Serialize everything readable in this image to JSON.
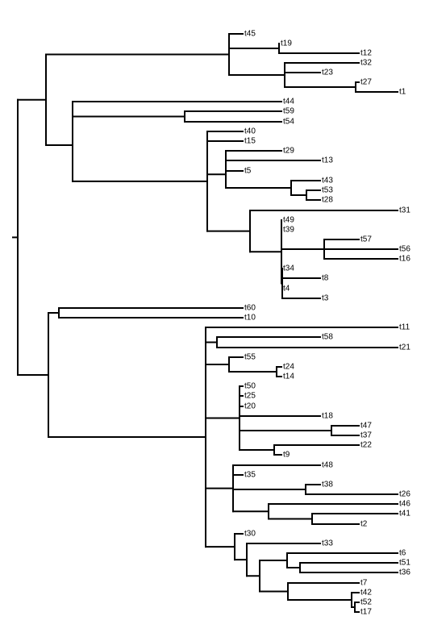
{
  "tree": {
    "type": "phylogram",
    "line_color": "#000000",
    "tips": [
      "t45",
      "t19",
      "t12",
      "t32",
      "t23",
      "t27",
      "t1",
      "t44",
      "t59",
      "t54",
      "t40",
      "t15",
      "t29",
      "t13",
      "t5",
      "t43",
      "t53",
      "t28",
      "t31",
      "t49",
      "t39",
      "t57",
      "t56",
      "t16",
      "t34",
      "t8",
      "t4",
      "t3",
      "t60",
      "t10",
      "t11",
      "t58",
      "t21",
      "t55",
      "t24",
      "t14",
      "t50",
      "t25",
      "t20",
      "t18",
      "t47",
      "t37",
      "t22",
      "t9",
      "t48",
      "t35",
      "t38",
      "t26",
      "t46",
      "t41",
      "t2",
      "t30",
      "t33",
      "t6",
      "t51",
      "t36",
      "t7",
      "t42",
      "t52",
      "t17"
    ]
  }
}
